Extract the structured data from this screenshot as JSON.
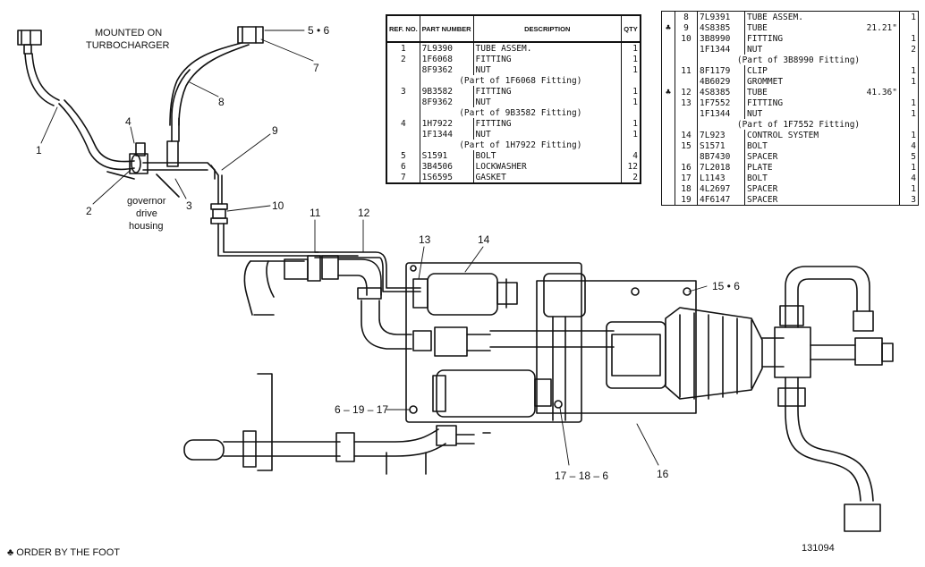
{
  "labels": {
    "mounted": "MOUNTED ON",
    "turbo": "TURBOCHARGER",
    "governor": "governor",
    "drive": "drive",
    "housing": "housing",
    "l1": "1",
    "l2": "2",
    "l3": "3",
    "l4": "4",
    "l56": "5 • 6",
    "l7": "7",
    "l8": "8",
    "l9": "9",
    "l10": "10",
    "l11": "11",
    "l12": "12",
    "l13": "13",
    "l14": "14",
    "l156": "15 • 6",
    "l61917": "6 – 19 – 17",
    "l17186": "17 – 18 – 6",
    "l16": "16",
    "footnote": "♣ ORDER BY THE FOOT",
    "drawing_number": "131094"
  },
  "table_a": {
    "headers": {
      "ref": "REF. NO.",
      "part": "PART NUMBER",
      "desc": "DESCRIPTION",
      "qty": "QTY"
    },
    "rows": [
      {
        "ref": "1",
        "part": "7L9390",
        "desc": "TUBE ASSEM.",
        "qty": "1"
      },
      {
        "ref": "2",
        "part": "1F6068",
        "desc": "FITTING",
        "qty": "1"
      },
      {
        "ref": "",
        "part": "8F9362",
        "desc": "NUT",
        "qty": "1"
      },
      {
        "ref": "",
        "part": "",
        "desc": "(Part of 1F6068 Fitting)",
        "qty": ""
      },
      {
        "ref": "3",
        "part": "9B3582",
        "desc": "FITTING",
        "qty": "1"
      },
      {
        "ref": "",
        "part": "8F9362",
        "desc": "NUT",
        "qty": "1"
      },
      {
        "ref": "",
        "part": "",
        "desc": "(Part of 9B3582 Fitting)",
        "qty": ""
      },
      {
        "ref": "4",
        "part": "1H7922",
        "desc": "FITTING",
        "qty": "1"
      },
      {
        "ref": "",
        "part": "1F1344",
        "desc": "NUT",
        "qty": "1"
      },
      {
        "ref": "",
        "part": "",
        "desc": "(Part of 1H7922 Fitting)",
        "qty": ""
      },
      {
        "ref": "5",
        "part": "S1591",
        "desc": "BOLT",
        "qty": "4"
      },
      {
        "ref": "6",
        "part": "3B4506",
        "desc": "LOCKWASHER",
        "qty": "12"
      },
      {
        "ref": "7",
        "part": "1S6595",
        "desc": "GASKET",
        "qty": "2"
      }
    ]
  },
  "table_b": {
    "rows": [
      {
        "mark": "",
        "ref": "8",
        "part": "7L9391",
        "desc": "TUBE ASSEM.",
        "qty": "1"
      },
      {
        "mark": "♣",
        "ref": "9",
        "part": "4S8385",
        "desc": "TUBE",
        "extra": "21.21\"",
        "qty": ""
      },
      {
        "mark": "",
        "ref": "10",
        "part": "3B8990",
        "desc": "FITTING",
        "qty": "1"
      },
      {
        "mark": "",
        "ref": "",
        "part": "1F1344",
        "desc": "NUT",
        "qty": "2"
      },
      {
        "mark": "",
        "ref": "",
        "part": "",
        "desc": "(Part of 3B8990 Fitting)",
        "qty": ""
      },
      {
        "mark": "",
        "ref": "11",
        "part": "8F1179",
        "desc": "CLIP",
        "qty": "1"
      },
      {
        "mark": "",
        "ref": "",
        "part": "4B6029",
        "desc": "GROMMET",
        "qty": "1"
      },
      {
        "mark": "♣",
        "ref": "12",
        "part": "4S8385",
        "desc": "TUBE",
        "extra": "41.36\"",
        "qty": ""
      },
      {
        "mark": "",
        "ref": "13",
        "part": "1F7552",
        "desc": "FITTING",
        "qty": "1"
      },
      {
        "mark": "",
        "ref": "",
        "part": "1F1344",
        "desc": "NUT",
        "qty": "1"
      },
      {
        "mark": "",
        "ref": "",
        "part": "",
        "desc": "(Part of 1F7552 Fitting)",
        "qty": ""
      },
      {
        "mark": "",
        "ref": "14",
        "part": "7L923",
        "desc": "CONTROL SYSTEM",
        "qty": "1"
      },
      {
        "mark": "",
        "ref": "15",
        "part": "S1571",
        "desc": "BOLT",
        "qty": "4"
      },
      {
        "mark": "",
        "ref": "",
        "part": "8B7430",
        "desc": "SPACER",
        "qty": "5"
      },
      {
        "mark": "",
        "ref": "16",
        "part": "7L2018",
        "desc": "PLATE",
        "qty": "1"
      },
      {
        "mark": "",
        "ref": "17",
        "part": "L1143",
        "desc": "BOLT",
        "qty": "4"
      },
      {
        "mark": "",
        "ref": "18",
        "part": "4L2697",
        "desc": "SPACER",
        "qty": "1"
      },
      {
        "mark": "",
        "ref": "19",
        "part": "4F6147",
        "desc": "SPACER",
        "qty": "3"
      }
    ]
  }
}
